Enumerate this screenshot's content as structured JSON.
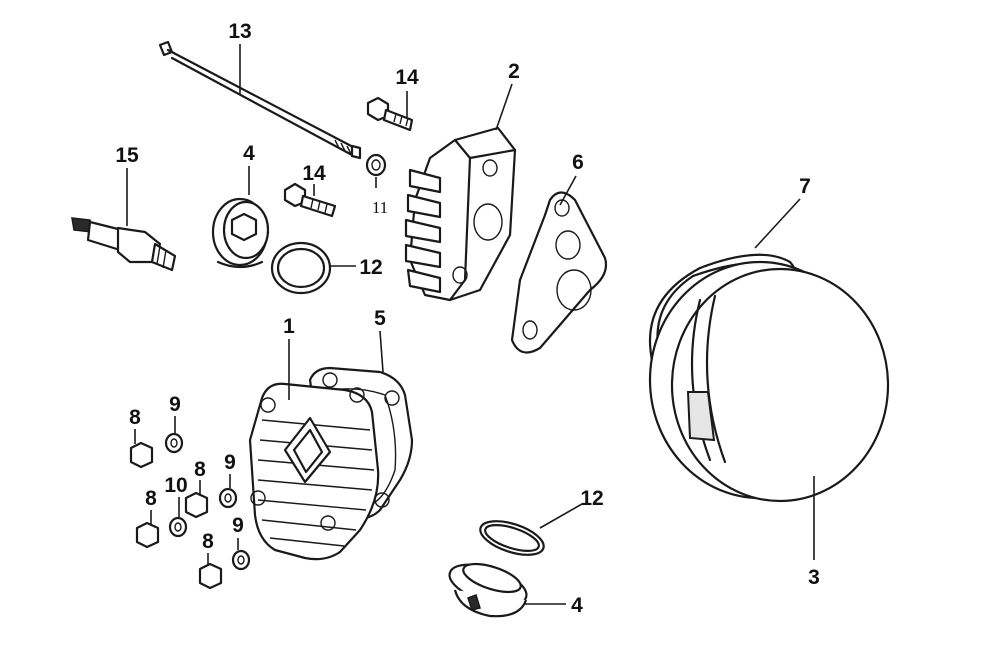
{
  "callouts": {
    "c13": "13",
    "c14a": "14",
    "c2": "2",
    "c15": "15",
    "c4a": "4",
    "c14b": "14",
    "c11": "11",
    "c6": "6",
    "c7": "7",
    "c12a": "12",
    "c1": "1",
    "c5": "5",
    "c8a": "8",
    "c9a": "9",
    "c9b": "9",
    "c8b": "8",
    "c10": "10",
    "c8c": "8",
    "c9c": "9",
    "c8d": "8",
    "c12b": "12",
    "c3": "3",
    "c4b": "4"
  }
}
